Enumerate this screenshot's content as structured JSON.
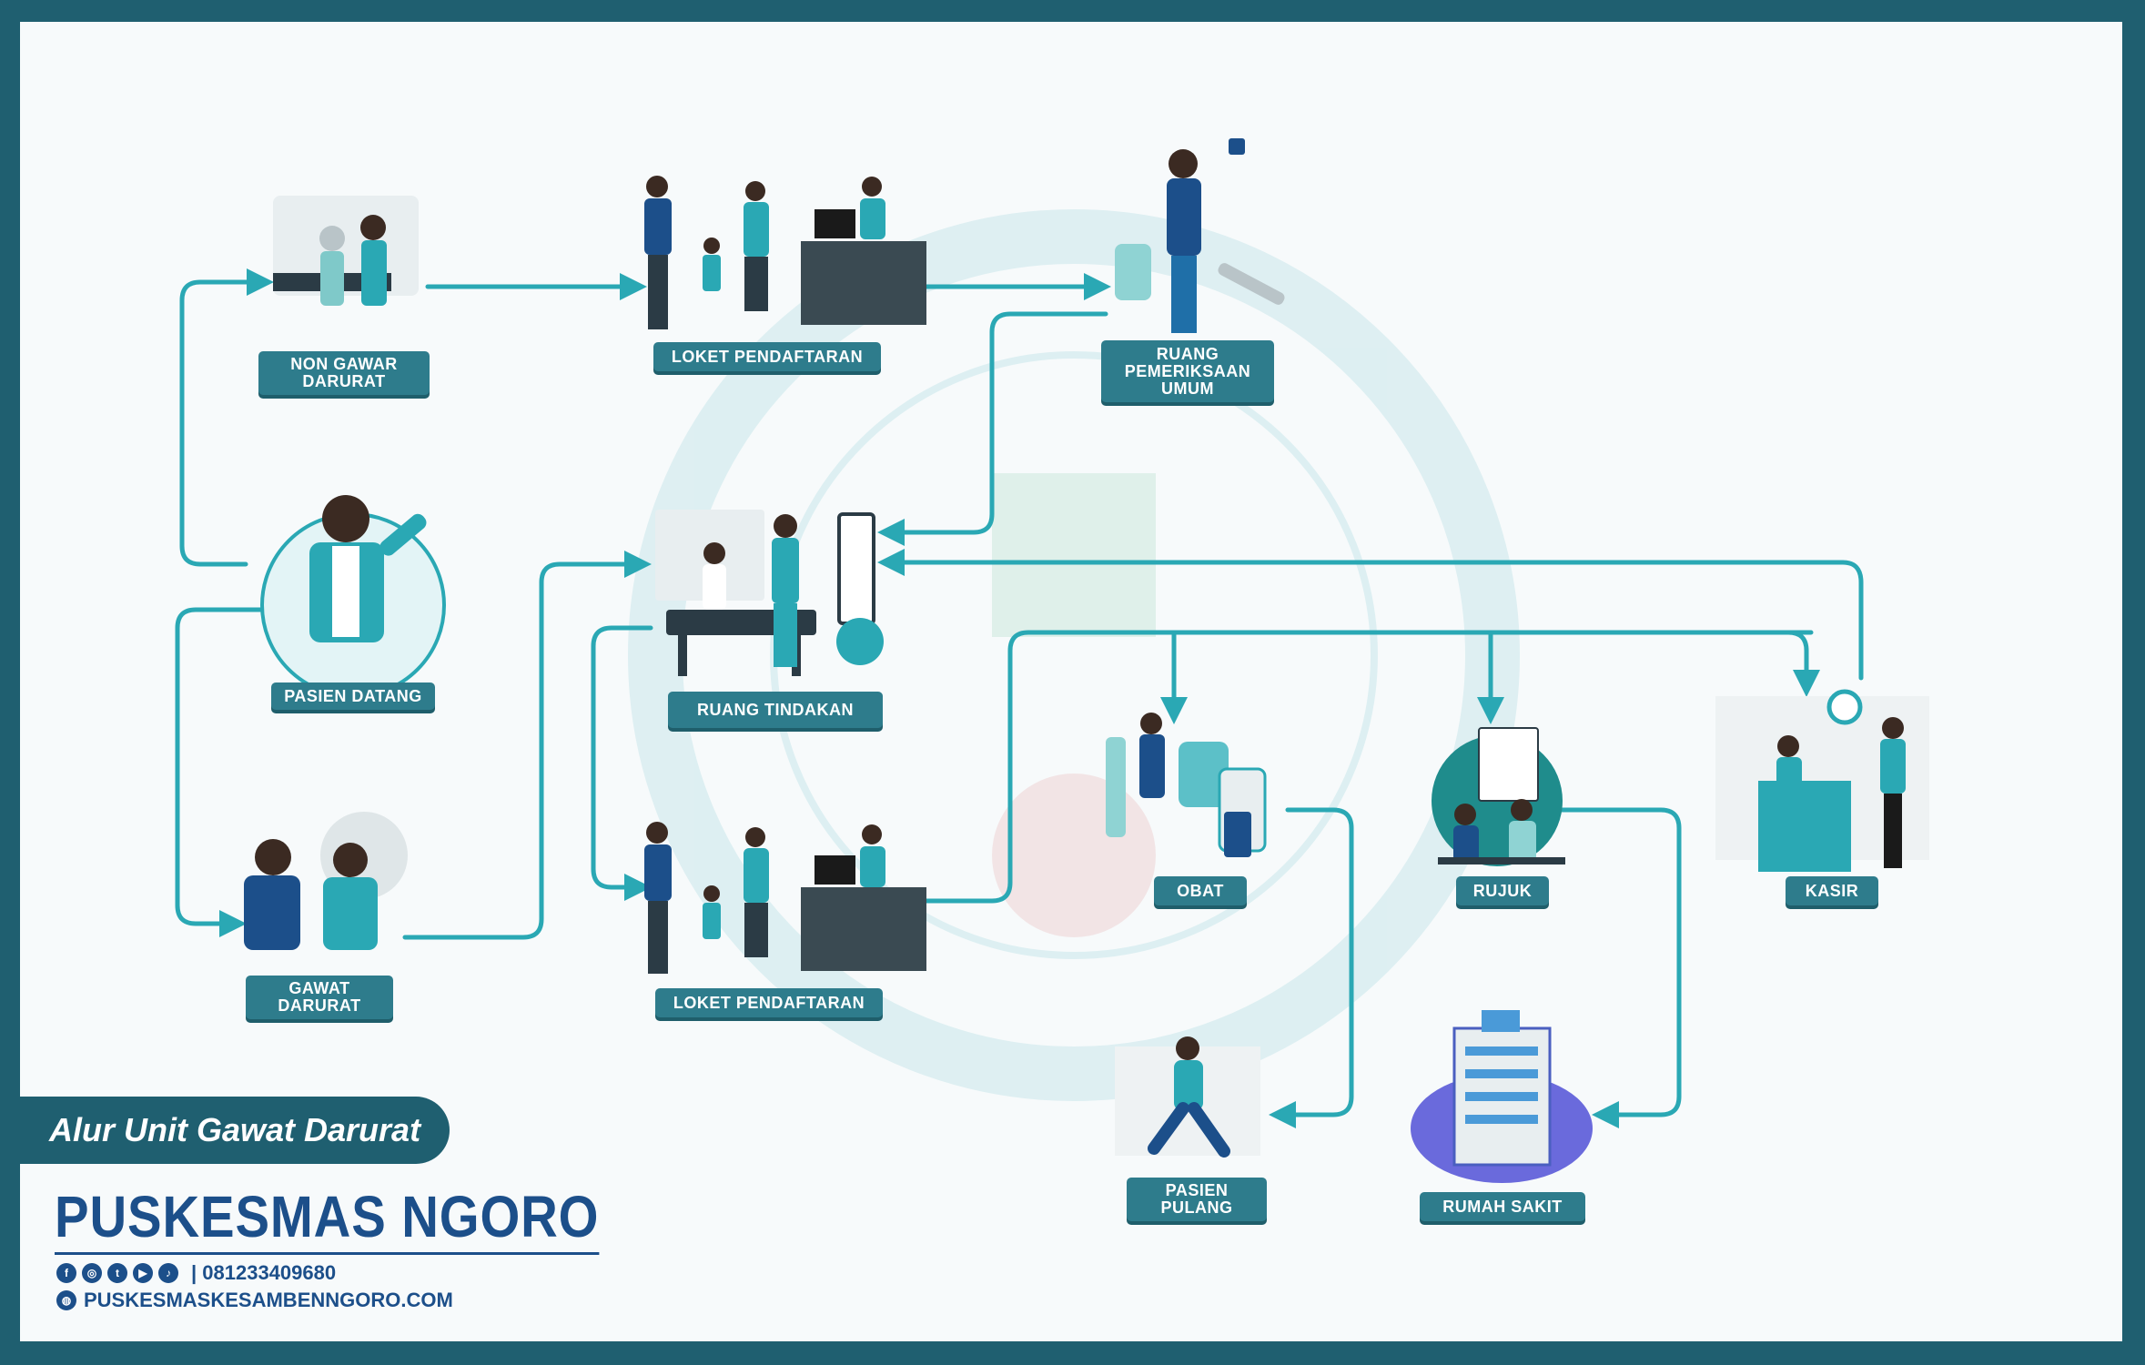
{
  "nodes": {
    "non_gawar_darurat": "NON GAWAR\nDARURAT",
    "loket_pendaftaran_top": "LOKET PENDAFTARAN",
    "ruang_pemeriksaan_umum": "RUANG\nPEMERIKSAAN\nUMUM",
    "pasien_datang": "PASIEN DATANG",
    "ruang_tindakan": "RUANG TINDAKAN",
    "gawat_darurat": "GAWAT\nDARURAT",
    "loket_pendaftaran_bottom": "LOKET PENDAFTARAN",
    "obat": "OBAT",
    "rujuk": "RUJUK",
    "kasir": "KASIR",
    "pasien_pulang": "PASIEN\nPULANG",
    "rumah_sakit": "RUMAH SAKIT"
  },
  "footer": {
    "title": "Alur Unit Gawat Darurat",
    "org_name": "PUSKESMAS NGORO",
    "phone": "| 081233409680",
    "website": "PUSKESMASKESAMBENNGORO.COM",
    "social_icons": [
      "facebook-icon",
      "instagram-icon",
      "twitter-icon",
      "youtube-icon",
      "tiktok-icon"
    ]
  },
  "colors": {
    "frame": "#1f5f70",
    "connector": "#2aa8b4",
    "label_bg": "#2e7c8c",
    "brand_text": "#1c4f8a"
  }
}
